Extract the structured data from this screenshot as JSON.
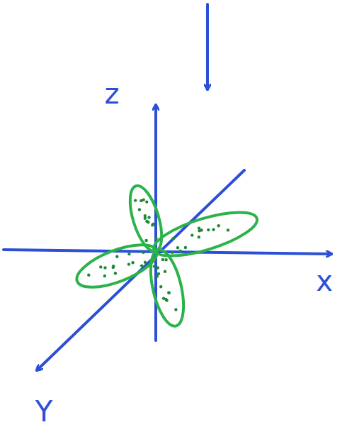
{
  "diagram": {
    "labels": [
      "z",
      "x",
      "Y"
    ]
  }
}
